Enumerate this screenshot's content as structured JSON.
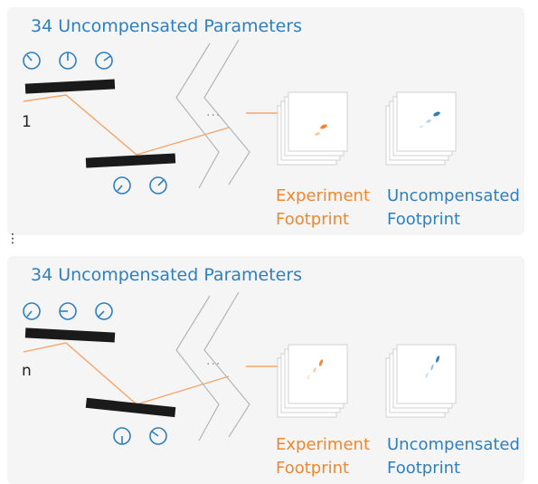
{
  "panels": [
    {
      "title": "34 Uncompensated Parameters",
      "index": "1",
      "ellipsis": "...",
      "experiment_label": [
        "Experiment",
        "Footprint"
      ],
      "uncompensated_label": [
        "Uncompensated",
        "Footprint"
      ]
    },
    {
      "title": "34 Uncompensated Parameters",
      "index": "n",
      "ellipsis": "...",
      "experiment_label": [
        "Experiment",
        "Footprint"
      ],
      "uncompensated_label": [
        "Uncompensated",
        "Footprint"
      ]
    }
  ],
  "separator": "⋮",
  "colors": {
    "orange": "#f0872e",
    "blue": "#2f7fbf",
    "panel_bg": "#f5f5f5",
    "bar": "#1a1a1a"
  },
  "icons": [
    "knob-icon",
    "mirror-bar",
    "beam-path",
    "chevron-stage-icon",
    "image-stack-icon"
  ]
}
